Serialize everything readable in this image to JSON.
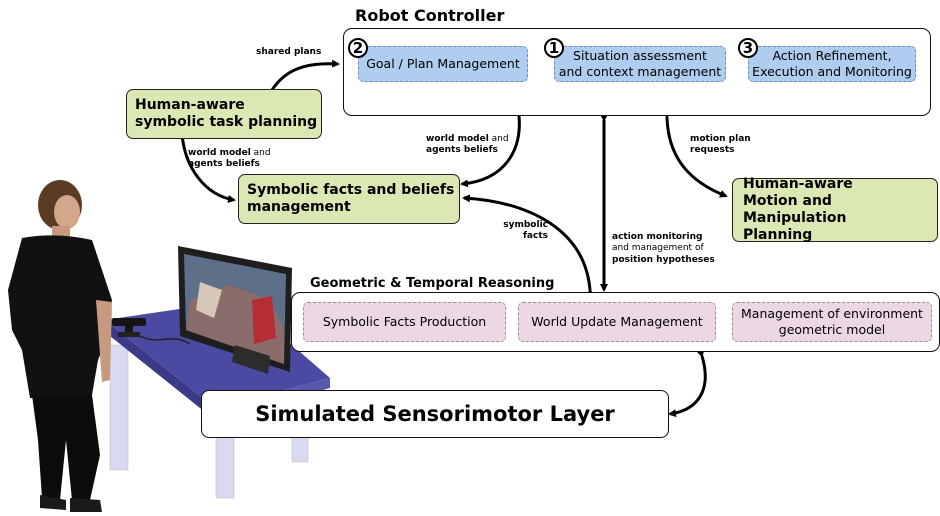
{
  "robot_controller": {
    "title": "Robot Controller",
    "modules": [
      {
        "number": "2",
        "label": "Goal / Plan Management"
      },
      {
        "number": "1",
        "label_lines": [
          "Situation assessment",
          "and context management"
        ]
      },
      {
        "number": "3",
        "label_lines": [
          "Action Refinement,",
          "Execution and Monitoring"
        ]
      }
    ]
  },
  "geometric_reasoning": {
    "title": "Geometric & Temporal Reasoning",
    "modules": [
      {
        "label": "Symbolic Facts Production"
      },
      {
        "label": "World Update Management"
      },
      {
        "label_lines": [
          "Management of environment",
          "geometric model"
        ]
      }
    ]
  },
  "external_modules": {
    "task_planning": [
      "Human-aware",
      "symbolic task planning"
    ],
    "facts_beliefs": [
      "Symbolic facts and beliefs",
      "management"
    ],
    "motion_planning": [
      "Human-aware",
      "Motion and Manipulation",
      "Planning"
    ]
  },
  "sensorimotor": {
    "label": "Simulated Sensorimotor Layer"
  },
  "arrow_labels": {
    "shared_plans": "shared plans",
    "world_model_left": {
      "l1_bold": "world model",
      "l1_rest": " and",
      "l2_bold": "agents beliefs"
    },
    "world_model_center": {
      "l1_bold": "world model",
      "l1_rest": " and",
      "l2_bold": "agents beliefs"
    },
    "motion_plan": [
      "motion plan",
      "requests"
    ],
    "symbolic_facts": [
      "symbolic",
      "facts"
    ],
    "action_monitoring": {
      "l1_bold": "action monitoring",
      "l2": "and management of",
      "l3_bold": "position hypotheses"
    }
  },
  "colors": {
    "blue_module": "#aecdef",
    "pink_module": "#ecd8e4",
    "green_module": "#dbe8b3",
    "table_top": "#4b4aa3",
    "table_legs": "#d9d9f2"
  },
  "illustration": {
    "depicts": "person-standing-at-table-with-monitor"
  }
}
